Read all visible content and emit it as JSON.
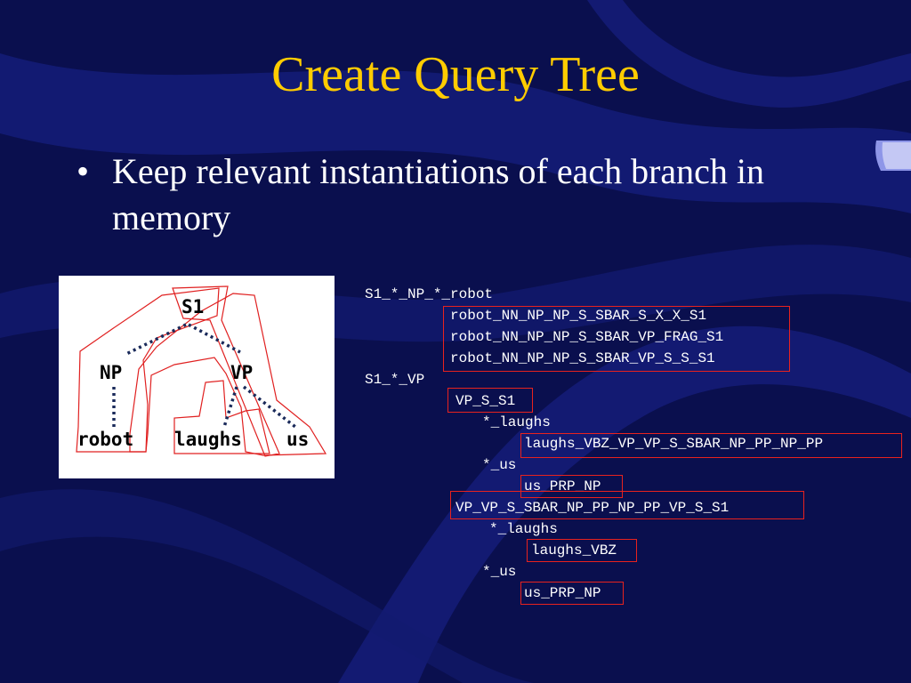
{
  "slide": {
    "title": "Create Query Tree",
    "bullet_marker": "•",
    "bullet_text": "Keep relevant instantiations of each branch in memory"
  },
  "tree": {
    "root": "S1",
    "np": "NP",
    "vp": "VP",
    "leaf_robot": "robot",
    "leaf_laughs": "laughs",
    "leaf_us": "us"
  },
  "query": {
    "np_path": "S1_*_NP_*_robot",
    "np_instances": [
      "robot_NN_NP_NP_S_SBAR_S_X_X_S1",
      "robot_NN_NP_NP_S_SBAR_VP_FRAG_S1",
      "robot_NN_NP_NP_S_SBAR_VP_S_S_S1"
    ],
    "vp_path": "S1_*_VP",
    "vp_instance_1": "VP_S_S1",
    "vp1_laughs_path": "*_laughs",
    "vp1_laughs_instance": "laughs_VBZ_VP_VP_S_SBAR_NP_PP_NP_PP",
    "vp1_us_path": "*_us",
    "vp1_us_instance": "us_PRP_NP",
    "vp_instance_2": "VP_VP_S_SBAR_NP_PP_NP_PP_VP_S_S1",
    "vp2_laughs_path": "*_laughs",
    "vp2_laughs_instance": "laughs_VBZ",
    "vp2_us_path": "*_us",
    "vp2_us_instance": "us_PRP_NP"
  },
  "colors": {
    "background": "#0a0f4e",
    "title": "#ffcc00",
    "text": "#ffffff",
    "highlight_box": "#e8221e"
  }
}
